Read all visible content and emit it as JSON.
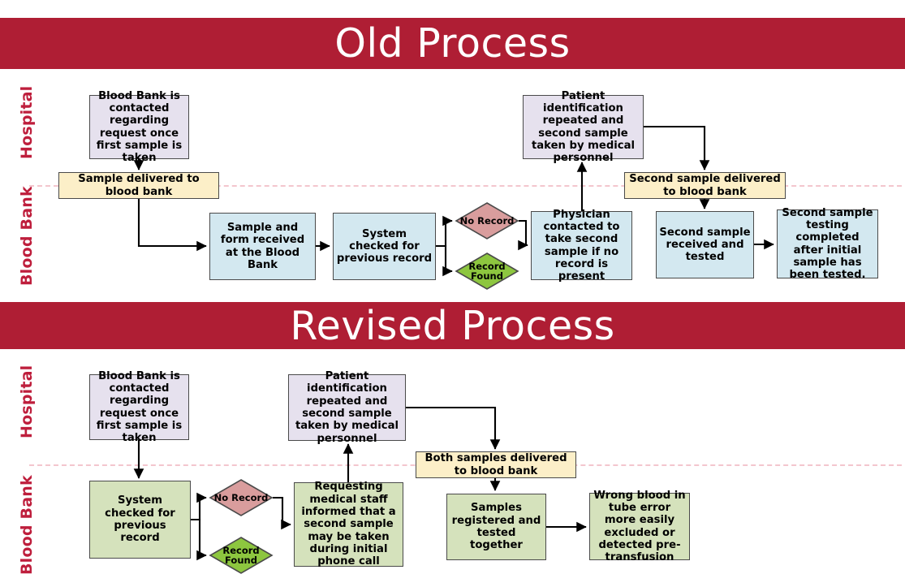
{
  "page": {
    "title": "Blood Bank Sample Process Comparison Flowchart",
    "background_color": "#ffffff",
    "accent_color": "#AF1E34",
    "lane_label_color": "#BE1E3C",
    "divider_color": "#F3C6CE"
  },
  "sections": [
    {
      "id": "old-process",
      "banner_label": "Old Process",
      "lanes": [
        {
          "id": "hospital",
          "label": "Hospital"
        },
        {
          "id": "blood-bank",
          "label": "Blood Bank"
        }
      ]
    },
    {
      "id": "revised-process",
      "banner_label": "Revised Process",
      "lanes": [
        {
          "id": "hospital",
          "label": "Hospital"
        },
        {
          "id": "blood-bank",
          "label": "Blood Bank"
        }
      ]
    }
  ],
  "old_process_nodes": [
    {
      "id": "old-n1",
      "label": "Blood Bank is contacted regarding request once first sample is taken",
      "lane": "hospital",
      "shape": "rect",
      "fill": "#E6E1EE"
    },
    {
      "id": "old-n2",
      "label": "Sample delivered to blood bank",
      "lane": "boundary",
      "shape": "rect",
      "fill": "#FCEFC8"
    },
    {
      "id": "old-n3",
      "label": "Sample and form received at the Blood Bank",
      "lane": "blood-bank",
      "shape": "rect",
      "fill": "#D3E8F0"
    },
    {
      "id": "old-n4",
      "label": "System checked for previous record",
      "lane": "blood-bank",
      "shape": "rect",
      "fill": "#D3E8F0"
    },
    {
      "id": "old-d1",
      "label": "No Record",
      "lane": "blood-bank",
      "shape": "diamond",
      "fill": "#D99D9D"
    },
    {
      "id": "old-d2",
      "label": "Record Found",
      "lane": "blood-bank",
      "shape": "diamond",
      "fill": "#8DC63F"
    },
    {
      "id": "old-n5",
      "label": "Physician contacted to take second sample if no record is present",
      "lane": "blood-bank",
      "shape": "rect",
      "fill": "#D3E8F0"
    },
    {
      "id": "old-n6",
      "label": "Patient identification repeated and second sample taken by medical personnel",
      "lane": "hospital",
      "shape": "rect",
      "fill": "#E6E1EE"
    },
    {
      "id": "old-n7",
      "label": "Second sample delivered to blood bank",
      "lane": "boundary",
      "shape": "rect",
      "fill": "#FCEFC8"
    },
    {
      "id": "old-n8",
      "label": "Second sample received and tested",
      "lane": "blood-bank",
      "shape": "rect",
      "fill": "#D3E8F0"
    },
    {
      "id": "old-n9",
      "label": "Second sample testing completed after initial sample has been tested.",
      "lane": "blood-bank",
      "shape": "rect",
      "fill": "#D3E8F0"
    }
  ],
  "revised_process_nodes": [
    {
      "id": "rev-n1",
      "label": "Blood Bank is contacted regarding request once first sample is taken",
      "lane": "hospital",
      "shape": "rect",
      "fill": "#E6E1EE"
    },
    {
      "id": "rev-n2",
      "label": "System checked for previous record",
      "lane": "blood-bank",
      "shape": "rect",
      "fill": "#D5E2BC"
    },
    {
      "id": "rev-d1",
      "label": "No Record",
      "lane": "blood-bank",
      "shape": "diamond",
      "fill": "#D99D9D"
    },
    {
      "id": "rev-d2",
      "label": "Record Found",
      "lane": "blood-bank",
      "shape": "diamond",
      "fill": "#8DC63F"
    },
    {
      "id": "rev-n3",
      "label": "Requesting medical staff informed that a second sample may be taken during initial phone call",
      "lane": "blood-bank",
      "shape": "rect",
      "fill": "#D5E2BC"
    },
    {
      "id": "rev-n4",
      "label": "Patient identification repeated and second sample taken by medical personnel",
      "lane": "hospital",
      "shape": "rect",
      "fill": "#E6E1EE"
    },
    {
      "id": "rev-n5",
      "label": "Both samples delivered to blood bank",
      "lane": "boundary",
      "shape": "rect",
      "fill": "#FCEFC8"
    },
    {
      "id": "rev-n6",
      "label": "Samples registered and tested together",
      "lane": "blood-bank",
      "shape": "rect",
      "fill": "#D5E2BC"
    },
    {
      "id": "rev-n7",
      "label": "Wrong blood in tube error more easily excluded or detected pre-transfusion",
      "lane": "blood-bank",
      "shape": "rect",
      "fill": "#D5E2BC"
    }
  ]
}
